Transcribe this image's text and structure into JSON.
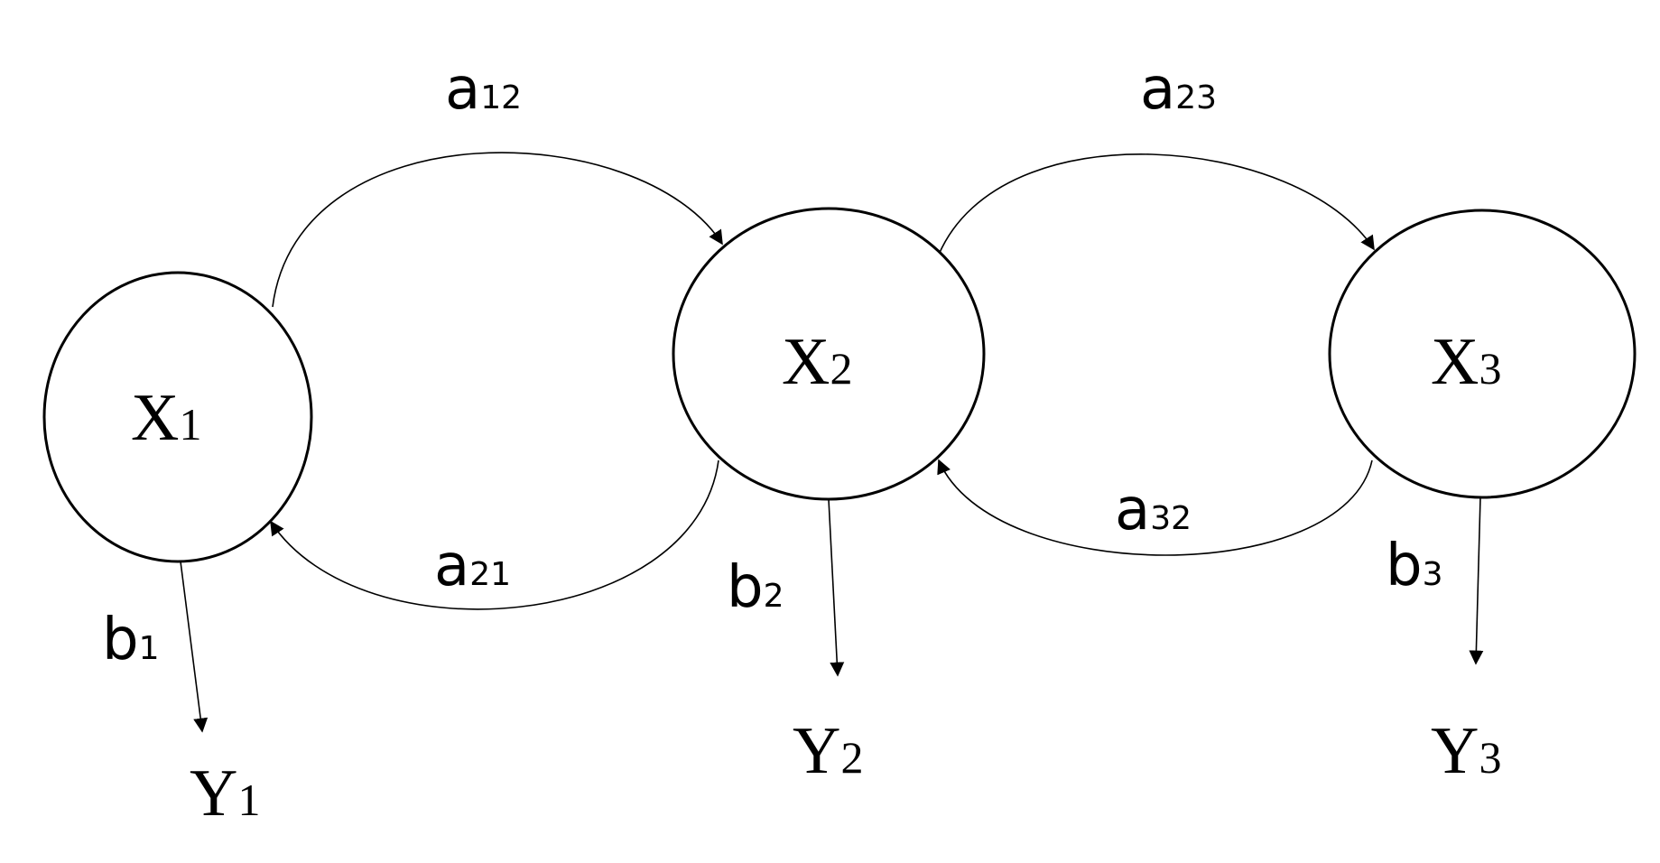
{
  "nodes": {
    "x1": {
      "main": "X",
      "sub": "1"
    },
    "x2": {
      "main": "X",
      "sub": "2"
    },
    "x3": {
      "main": "X",
      "sub": "3"
    }
  },
  "outputs": {
    "y1": {
      "main": "Y",
      "sub": "1"
    },
    "y2": {
      "main": "Y",
      "sub": "2"
    },
    "y3": {
      "main": "Y",
      "sub": "3"
    }
  },
  "edges": {
    "a12": {
      "main": "a",
      "sub": "12"
    },
    "a21": {
      "main": "a",
      "sub": "21"
    },
    "a23": {
      "main": "a",
      "sub": "23"
    },
    "a32": {
      "main": "a",
      "sub": "32"
    },
    "b1": {
      "main": "b",
      "sub": "1"
    },
    "b2": {
      "main": "b",
      "sub": "2"
    },
    "b3": {
      "main": "b",
      "sub": "3"
    }
  },
  "colors": {
    "stroke": "#000000",
    "background": "#ffffff"
  }
}
